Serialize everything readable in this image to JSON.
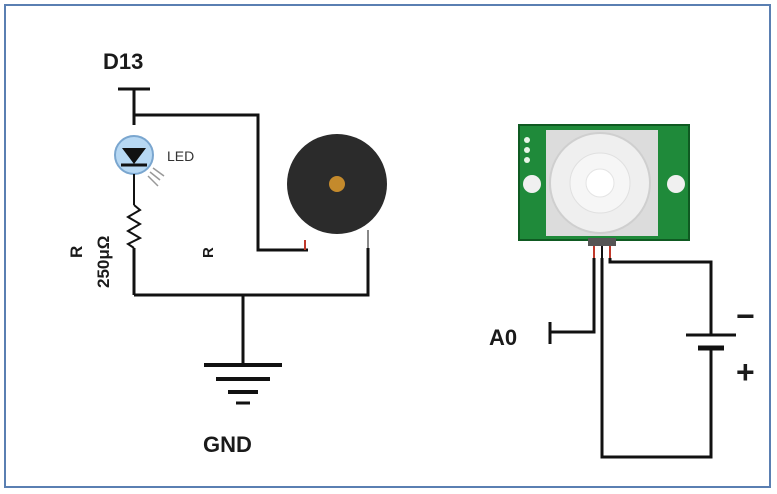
{
  "labels": {
    "d13": "D13",
    "led": "LED",
    "resistor_name": "R",
    "resistor_value": "250μΩ",
    "buzzer_resistor": "R",
    "gnd": "GND",
    "a0": "A0",
    "battery_minus": "−",
    "battery_plus": "+"
  },
  "colors": {
    "frame": "#5a7fb2",
    "wire": "#111111",
    "led_body": "#b7d8f3",
    "buzzer": "#2b2b2b",
    "buzzer_center": "#c48a2c",
    "pir_board": "#1f8a3a",
    "pir_dome": "#efefef"
  },
  "icons": {
    "led": "led-icon",
    "resistor": "resistor-icon",
    "buzzer": "buzzer-icon",
    "ground": "ground-icon",
    "pir_sensor": "pir-sensor-icon",
    "battery": "battery-icon"
  }
}
